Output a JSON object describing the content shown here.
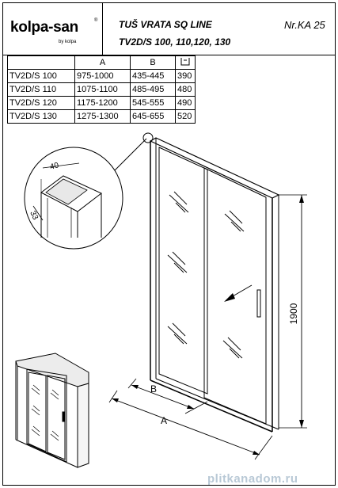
{
  "header": {
    "brand": "kolpa-san",
    "brand_mark": "®",
    "brand_sub": "by kolpa",
    "title_line1": "TUŠ VRATA SQ LINE",
    "title_line2": "TV2D/S 100, 110,120, 130",
    "catalog_no": "Nr.KA 25"
  },
  "table": {
    "columns": [
      "",
      "A",
      "B",
      "height-icon"
    ],
    "rows": [
      [
        "TV2D/S 100",
        "975-1000",
        "435-445",
        "390"
      ],
      [
        "TV2D/S 110",
        "1075-1100",
        "485-495",
        "480"
      ],
      [
        "TV2D/S 120",
        "1175-1200",
        "545-555",
        "490"
      ],
      [
        "TV2D/S 130",
        "1275-1300",
        "645-655",
        "520"
      ]
    ]
  },
  "drawing": {
    "detail_dim_width": "40",
    "detail_dim_depth": "33",
    "label_b": "B",
    "label_a": "A",
    "height_dim": "1900"
  },
  "watermark": "plitkanadom.ru"
}
